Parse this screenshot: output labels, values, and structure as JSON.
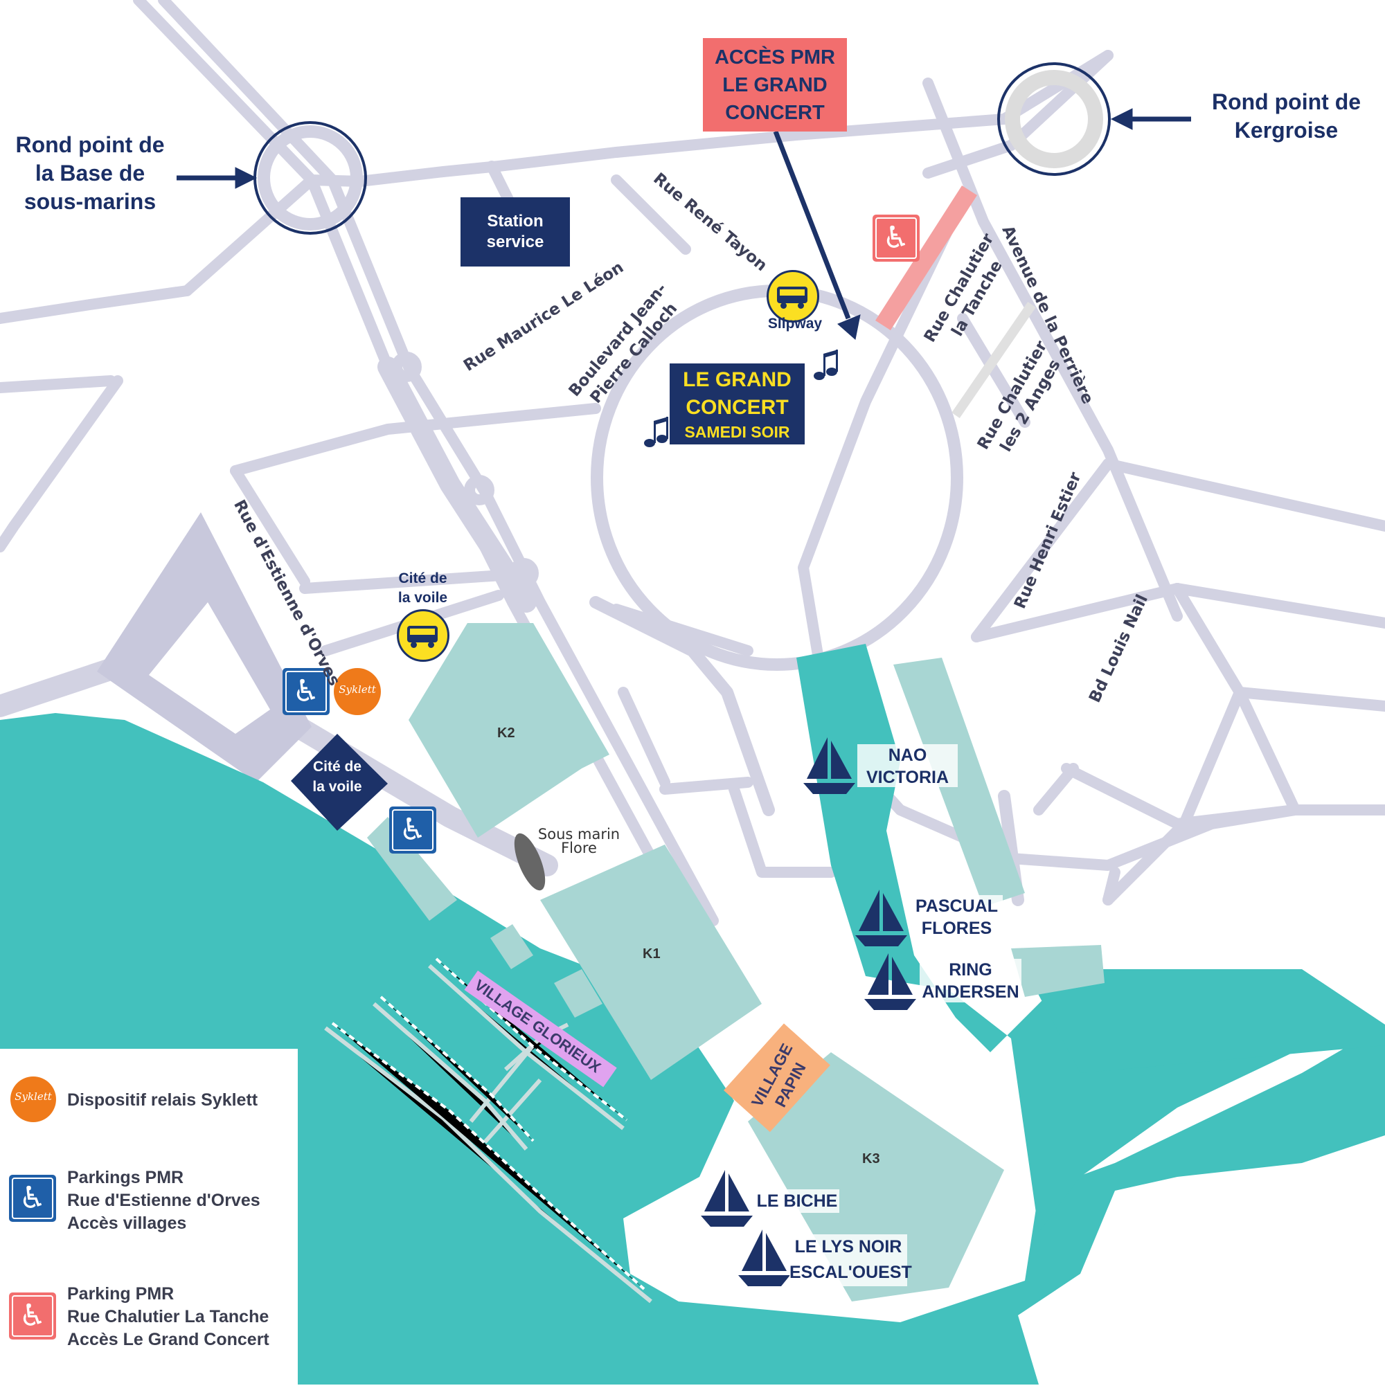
{
  "rond_point_base": "Rond point de\nla Base de\nsous-marins",
  "rond_point_kergroise": "Rond point de\nKergroise",
  "acces_pmr": "ACCÈS PMR\nLE GRAND\nCONCERT",
  "station_service": "Station\nservice",
  "grand_concert": {
    "line1": "LE GRAND",
    "line2": "CONCERT",
    "line3": "SAMEDI SOIR"
  },
  "bus_stops": {
    "slipway": "Slipway",
    "cite_voile": "Cité de\nla voile"
  },
  "cite_voile_box": "Cité de\nla voile",
  "streets": {
    "rene_tayon": "Rue René Tayon",
    "maurice_le_leon": "Rue Maurice Le Léon",
    "jp_calloch": "Boulevard Jean-\nPierre Calloch",
    "chalutier_tanche": "Rue Chalutier\nla Tanche",
    "perriere": "Avenue de la Perrière",
    "chalutier_2anges": "Rue Chalutier\nles 2 Anges",
    "henri_estier": "Rue Henri Estier",
    "louis_nail": "Bd Louis Nail",
    "estienne_orves": "Rue d'Estienne d'Orves"
  },
  "buildings": {
    "k1": "K1",
    "k2": "K2",
    "k3": "K3",
    "sous_marin": "Sous marin\nFlore"
  },
  "villages": {
    "glorieux": "VILLAGE GLORIEUX",
    "papin": "VILLAGE\nPAPIN"
  },
  "boats": [
    {
      "name": "NAO\nVICTORIA"
    },
    {
      "name": "PASCUAL\nFLORES"
    },
    {
      "name": "RING\nANDERSEN"
    },
    {
      "name": "LE BICHE"
    },
    {
      "name": "LE LYS NOIR\nESCAL'OUEST"
    }
  ],
  "syklett_logo": "Syklett",
  "legend": {
    "syklett": "Dispositif relais Syklett",
    "parkings_pmr": "Parkings PMR\nRue d'Estienne d'Orves\nAccès villages",
    "parking_pmr_tanche": "Parking PMR\nRue Chalutier La Tanche\nAccès Le Grand Concert"
  },
  "colors": {
    "sea": "#43c1bd",
    "road": "#d2d2e2",
    "navy": "#1c3268",
    "pmr_red": "#f26e6e",
    "pmr_blue": "#1f5fa8",
    "syklett": "#ef7a1a",
    "bus_yellow": "#fbdf22",
    "building": "#a8d6d3",
    "village_purple": "#e0a3ef",
    "village_orange": "#f8b17d"
  }
}
